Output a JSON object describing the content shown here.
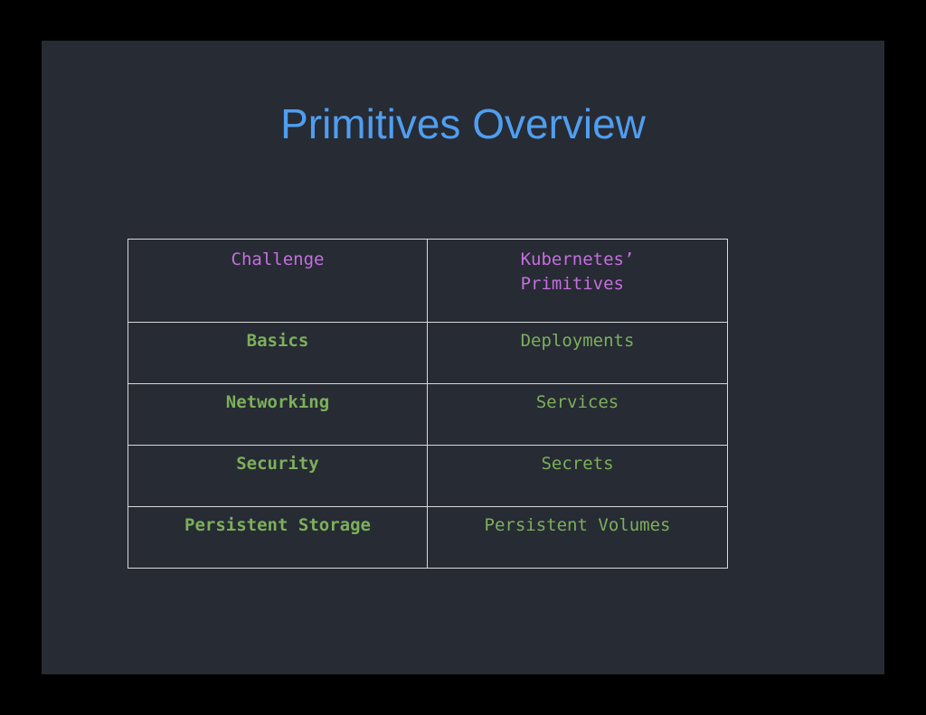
{
  "slide": {
    "title": "Primitives Overview"
  },
  "table": {
    "headers": [
      "Challenge",
      "Kubernetes’",
      "Primitives"
    ],
    "rows": [
      {
        "challenge": "Basics",
        "primitive": "Deployments"
      },
      {
        "challenge": "Networking",
        "primitive": "Services"
      },
      {
        "challenge": "Security",
        "primitive": "Secrets"
      },
      {
        "challenge": "Persistent Storage",
        "primitive": "Persistent Volumes"
      }
    ]
  },
  "colors": {
    "background": "#272b34",
    "title": "#4f9ef0",
    "header_text": "#c56fe0",
    "body_text": "#7cb05a",
    "border": "#d9d9d9"
  }
}
